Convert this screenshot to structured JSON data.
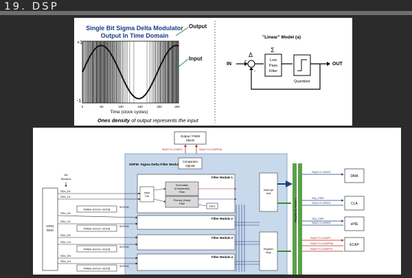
{
  "slide": {
    "title": "19. DSP"
  },
  "modulator_plot": {
    "title_line1": "Single Bit Sigma Delta Modulator",
    "title_line2": "Output In Time Domain",
    "y_top": "+1",
    "y_bottom": "-1",
    "x_ticks": [
      "0",
      "50",
      "100",
      "150",
      "200",
      "250"
    ],
    "xlabel": "Time (clock cycles)",
    "label_output": "Output",
    "label_input": "Input",
    "caption_em": "Ones density",
    "caption_rest": " of output represents the input"
  },
  "linear_model": {
    "title": "\"Linear\" Model (a)",
    "in": "IN",
    "out": "OUT",
    "delta": "Δ",
    "sigma": "Σ",
    "plus": "+",
    "minus": "-",
    "filter_lines": [
      "Low",
      "Pass",
      "Filter"
    ],
    "quantizer": "Quantizer"
  },
  "sdfm": {
    "output_xbar": [
      "Output / PWM",
      "XBAR"
    ],
    "compl_label": "SDyFLTx.COMPL",
    "compha_label": "SDyFLTx.COMPHA",
    "comparator_lines": [
      "Comparator",
      "Signals"
    ],
    "module_title": "SDFM- Sigma Delta Filter Module",
    "filter_modules": [
      "Filter Module 1",
      "Filter Module 2",
      "Filter Module 3",
      "Filter Module 4"
    ],
    "input_ctrl": [
      "Input",
      "Ctrl"
    ],
    "secondary_filter": [
      "Secondary",
      "(Comparator)",
      "Filter"
    ],
    "primary_filter": [
      "Primary (Data)",
      "Filter"
    ],
    "fifo": "FIFO",
    "interrupt_unit": [
      "Interrupt",
      "Unit"
    ],
    "register_map": [
      "Register",
      "Map"
    ],
    "peripheral_frame": "Peripheral Frame 1",
    "streams": [
      "ΔΔ",
      "Streams"
    ],
    "gpio_mux": [
      "GPIO",
      "MUX"
    ],
    "pins": [
      "SDx_D1",
      "SDx_C1",
      "SDx_D2",
      "SDx_C2",
      "SDx_D3",
      "SDx_C3",
      "SDx_D4",
      "SDx_C4"
    ],
    "pwm_socs": [
      "PWMx.SOCA / SOCB",
      "PWMx.SOCA / SOCB",
      "PWMx.SOCA / SOCB",
      "PWMx.SOCA / SOCB"
    ],
    "sync_labels": [
      "SDSYNC",
      "SDSYNC",
      "SDSYNC",
      "SDSYNC"
    ],
    "right_signals": {
      "drint": "SDyFLTx.DRINT",
      "err": "SDy_ERR",
      "compl": "SDyFLTx.COMPL",
      "compha": "SDyFLTx.COMPHA",
      "comphl": "SDyFLTx.COMPHL"
    },
    "destinations": [
      "DMA",
      "CLA",
      "ePIE",
      "ECAP"
    ],
    "colors": {
      "module_fill": "#c9d9ec",
      "arrow_blue": "#1f3f7a",
      "arrow_green": "#3d8a2e",
      "signal_red": "#b02020",
      "frame_green": "#5aa04a"
    }
  }
}
